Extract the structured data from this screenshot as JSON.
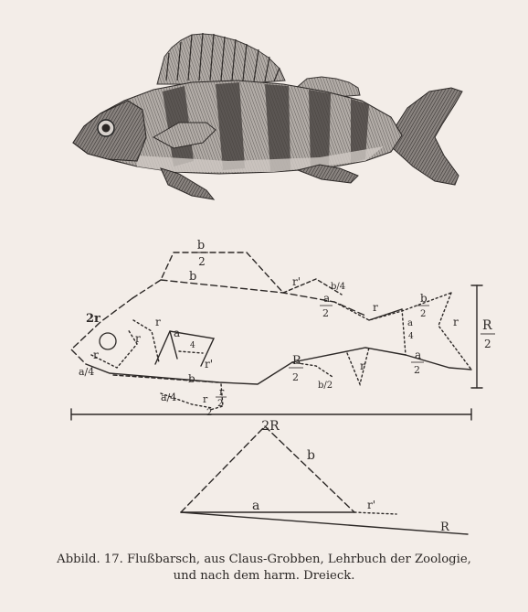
{
  "figure": {
    "labels": {
      "b_half_top_num": "b",
      "b_half_top_den": "2",
      "b_top": "b",
      "two_r": "2r",
      "r_eye": "r",
      "r_head_right": "r",
      "r_snout": "r",
      "r_head_small": "r",
      "a_quarter_left": "a/4",
      "a_head": "a",
      "a_head_den": "4",
      "r_gill": "r'",
      "b_belly": "b",
      "a_quarter_low": "a/4",
      "r_low": "r",
      "r_half_num": "r",
      "r_half_den": "2",
      "two_low": "2",
      "r_dorsal": "r'",
      "b_quarter": "b/4",
      "a_half_num": "a",
      "a_half_den": "2",
      "r_mid": "r",
      "b_half_tail_num": "b",
      "b_half_tail_den": "2",
      "a_quarter_tail_num": "a",
      "a_quarter_tail_den": "4",
      "r_tail": "r",
      "a_half_tail_num": "a",
      "a_half_tail_den": "2",
      "R_mid_num": "R",
      "R_mid_den": "2",
      "b_half_low": "b/2",
      "r_anal": "r",
      "R_side_num": "R",
      "R_side_den": "2",
      "two_R": "2R",
      "tri_b": "b",
      "tri_a": "a",
      "tri_r": "r'",
      "tri_R": "R"
    },
    "caption_line1": "Abbild. 17. Flußbarsch, aus Claus-Grobben, Lehrbuch der Zoologie,",
    "caption_line2": "und nach dem harm. Dreieck."
  }
}
